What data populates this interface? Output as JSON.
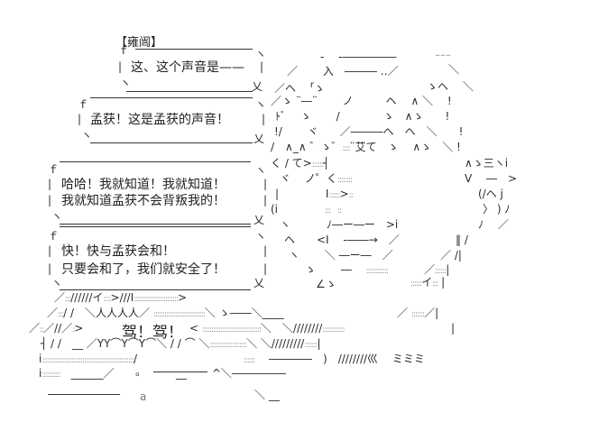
{
  "speaker_label": "【雍闿】",
  "bubbles": [
    {
      "lines": [
        "这、这个声音是——"
      ]
    },
    {
      "lines": [
        "孟获！这是孟获的声音！"
      ]
    },
    {
      "lines": [
        "哈哈！我就知道！我就知道！",
        "我就知道孟获不会背叛我的！"
      ]
    },
    {
      "lines": [
        "快！快与孟获会和！",
        "只要会和了，我们就安全了！"
      ]
    }
  ],
  "sound_effect": "驾！驾！",
  "face_text": "艾て",
  "small_marks": {
    "circle": "。",
    "a": "a"
  }
}
